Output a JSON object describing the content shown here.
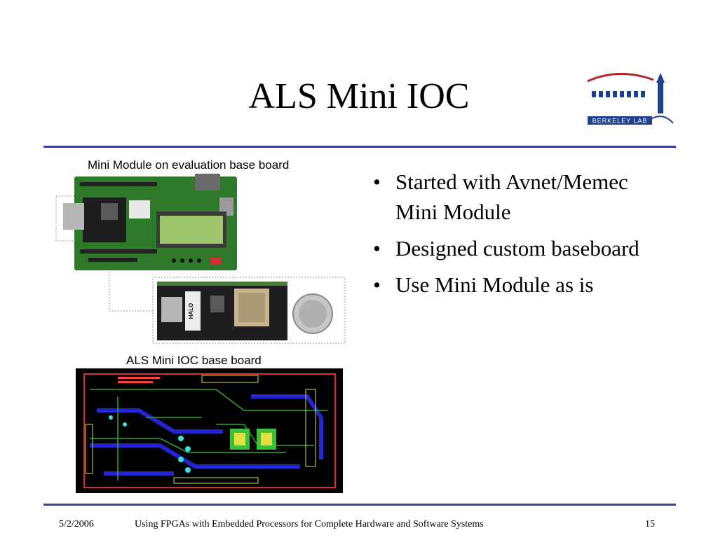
{
  "slide": {
    "title": "ALS Mini IOC",
    "logo_text": "BERKELEY LAB",
    "captions": {
      "eval_board": "Mini Module on evaluation base board",
      "base_board": "ALS Mini IOC base board"
    },
    "module_labels": {
      "halo": "HALO"
    },
    "bullets": [
      "Started with Avnet/Memec Mini Module",
      "Designed custom baseboard",
      "Use Mini Module as is"
    ],
    "footer": {
      "date": "5/2/2006",
      "text": "Using FPGAs with Embedded Processors for Complete Hardware and Software Systems",
      "page": "15"
    }
  },
  "colors": {
    "rule": "#3b3fa0",
    "logo_blue": "#1f3f8f",
    "logo_red": "#b3262a",
    "pcb_green": "#2f7a2a"
  }
}
